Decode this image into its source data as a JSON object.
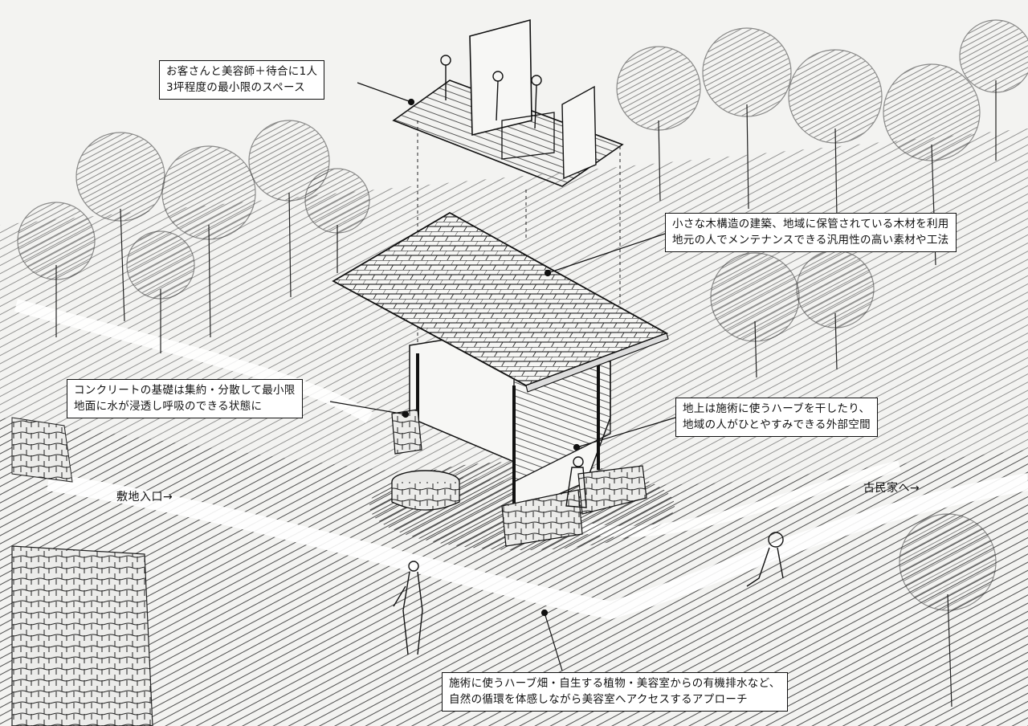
{
  "callouts": {
    "space": {
      "line1": "お客さんと美容師＋待合に1人",
      "line2": "3坪程度の最小限のスペース"
    },
    "structure": {
      "line1": "小さな木構造の建築、地域に保管されている木材を利用",
      "line2": "地元の人でメンテナンスできる汎用性の高い素材や工法"
    },
    "foundation": {
      "line1": "コンクリートの基礎は集約・分散して最小限",
      "line2": "地面に水が浸透し呼吸のできる状態に"
    },
    "ground": {
      "line1": "地上は施術に使うハーブを干したり、",
      "line2": "地域の人がひとやすみできる外部空間"
    },
    "approach": {
      "line1": "施術に使うハーブ畑・自生する植物・美容室からの有機排水など、",
      "line2": "自然の循環を体感しながら美容室へアクセスするアプローチ"
    }
  },
  "labels": {
    "site_entrance": "敷地入口→",
    "old_house": "古民家へ→"
  }
}
